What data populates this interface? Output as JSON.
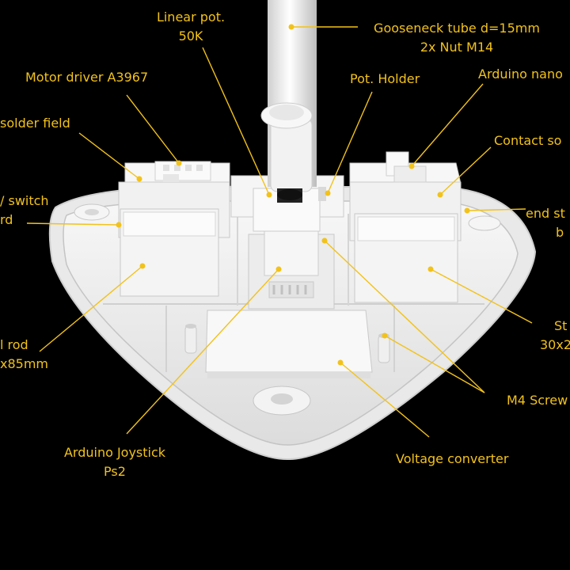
{
  "colors": {
    "background": "#000000",
    "label": "#f2c21a",
    "leader": "#f2c21a",
    "model": "#f4f4f4",
    "model_shadow": "#c9c9c9"
  },
  "labels": {
    "linear_pot_1": "Linear pot.",
    "linear_pot_2": "50K",
    "gooseneck_1": "Gooseneck tube d=15mm",
    "gooseneck_2": "2x Nut M14",
    "motor_driver": "Motor driver A3967",
    "pot_holder": "Pot. Holder",
    "arduino_nano": "Arduino nano",
    "solder_field": "solder field",
    "contact_solder": "Contact so",
    "switch_1": "/ switch",
    "switch_2": "rd",
    "end_stop_1": "end st",
    "end_stop_2": "b",
    "rod_1": "l rod",
    "rod_2": "x85mm",
    "stepper_1": "St",
    "stepper_2": "30x2",
    "m4_screw": "M4 Screw",
    "joystick_1": "Arduino Joystick",
    "joystick_2": "Ps2",
    "voltage_converter": "Voltage converter"
  }
}
